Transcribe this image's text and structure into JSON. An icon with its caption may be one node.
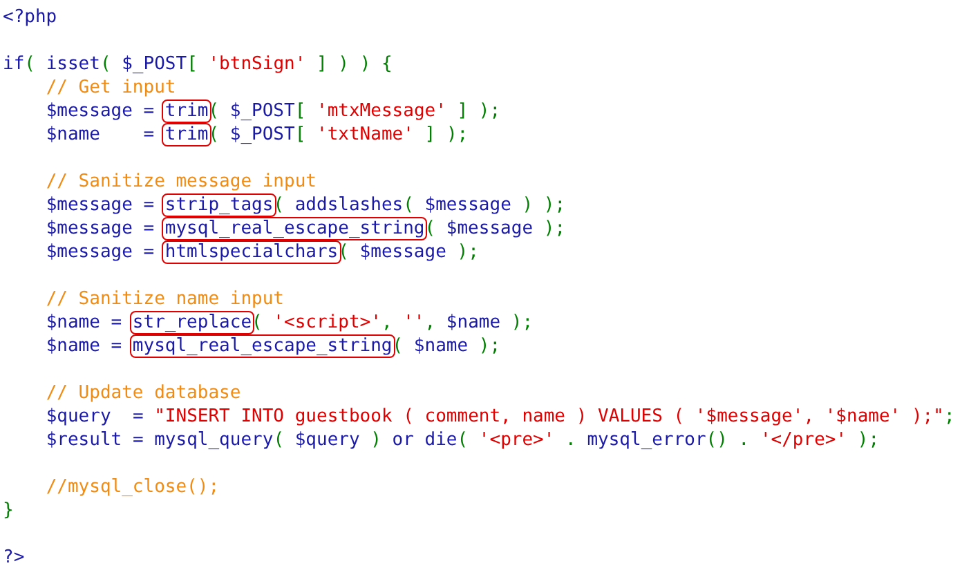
{
  "diagram": {
    "nodes": [
      {
        "text": [
          "trim"
        ]
      },
      {
        "text": [
          "trim"
        ]
      },
      {
        "text": [
          "strip_tags"
        ]
      },
      {
        "text": [
          "mysql_real_escape_string"
        ]
      },
      {
        "text": [
          "htmlspecialchars"
        ]
      },
      {
        "text": [
          "str_replace"
        ]
      },
      {
        "text": [
          "mysql_real_escape_string"
        ]
      }
    ],
    "labels": [
      "<?php",
      "if( isset( $_POST[ 'btnSign' ] ) ) {",
      "// Get input",
      "$message =",
      "( $_POST[ 'mtxMessage' ] );",
      "$name    =",
      "( $_POST[ 'txtName' ] );",
      "// Sanitize message input",
      "$message =",
      "( addslashes( $message ) );",
      "$message =",
      "( $message );",
      "$message =",
      "( $message );",
      "// Sanitize name input",
      "$name =",
      "( '<script>', '', $name );",
      "$name =",
      "( $name );",
      "// Update database",
      "$query  = \"INSERT INTO guestbook ( comment, name ) VALUES ( '$message', '$name' );\";",
      "$result = mysql_query( $query ) or die( '<pre>' . mysql_error() . '</pre>' );",
      "//mysql_close();",
      "}",
      "?>"
    ]
  }
}
